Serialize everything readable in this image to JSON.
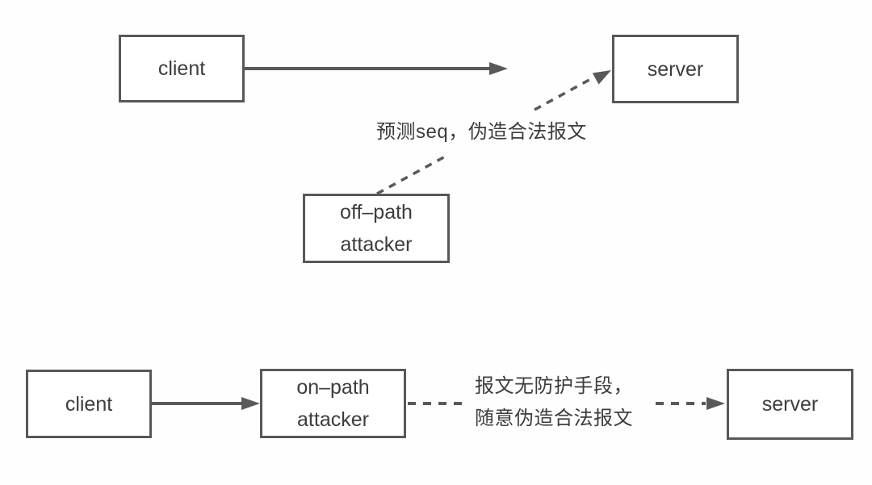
{
  "colors": {
    "line": "#595959",
    "border": "#585858",
    "text": "#3d3d3d",
    "background": "#ffffff"
  },
  "off_path_scenario": {
    "client_label": "client",
    "server_label": "server",
    "attacker_label_line1": "off–path",
    "attacker_label_line2": "attacker",
    "annotation": "预测seq，伪造合法报文"
  },
  "on_path_scenario": {
    "client_label": "client",
    "server_label": "server",
    "attacker_label_line1": "on–path",
    "attacker_label_line2": "attacker",
    "annotation_line1": "报文无防护手段，",
    "annotation_line2": "随意伪造合法报文"
  }
}
